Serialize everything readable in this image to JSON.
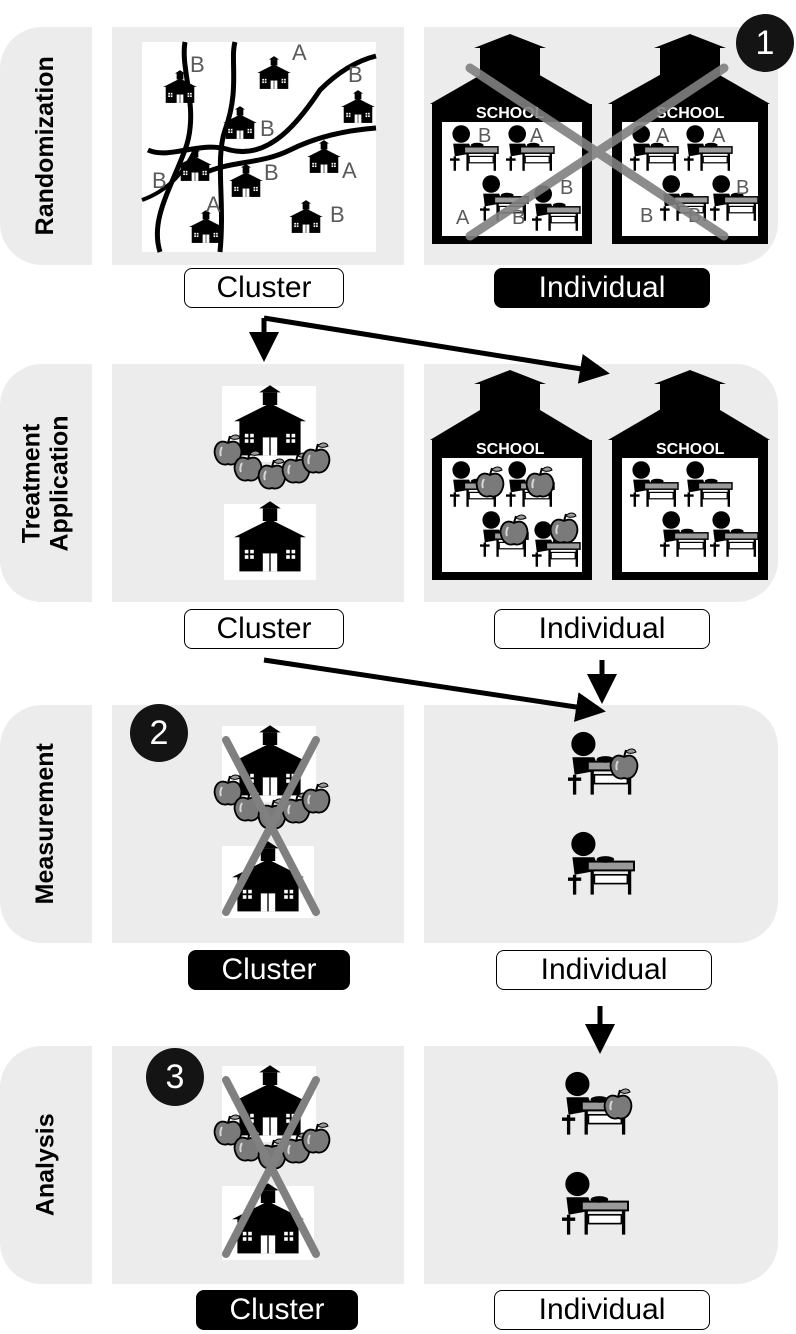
{
  "stages": [
    {
      "label": "Randomization",
      "cluster_label": "Cluster",
      "individual_label": "Individual",
      "cluster_style": "white",
      "individual_style": "black",
      "badge": "1",
      "badge_side": "individual"
    },
    {
      "label": "Treatment Application",
      "cluster_label": "Cluster",
      "individual_label": "Individual",
      "cluster_style": "white",
      "individual_style": "white",
      "badge": "",
      "badge_side": ""
    },
    {
      "label": "Measurement",
      "cluster_label": "Cluster",
      "individual_label": "Individual",
      "cluster_style": "black",
      "individual_style": "white",
      "badge": "2",
      "badge_side": "cluster"
    },
    {
      "label": "Analysis",
      "cluster_label": "Cluster",
      "individual_label": "Individual",
      "cluster_style": "black",
      "individual_style": "white",
      "badge": "3",
      "badge_side": "cluster"
    }
  ],
  "school_sign": "SCHOOL",
  "map_letters": [
    "B",
    "A",
    "B",
    "B",
    "B",
    "A",
    "B",
    "A",
    "B"
  ],
  "class_letters_left": [
    "B",
    "A",
    "B",
    "A",
    "B"
  ],
  "class_letters_right": [
    "A",
    "A",
    "B",
    "B",
    "B"
  ],
  "icons": [
    "school-icon",
    "apple-icon",
    "student-desk-icon",
    "arrow-icon",
    "cross-mark-icon"
  ],
  "colors": {
    "panel_bg": "#ececec",
    "cross": "#808080",
    "badge": "#141414"
  }
}
